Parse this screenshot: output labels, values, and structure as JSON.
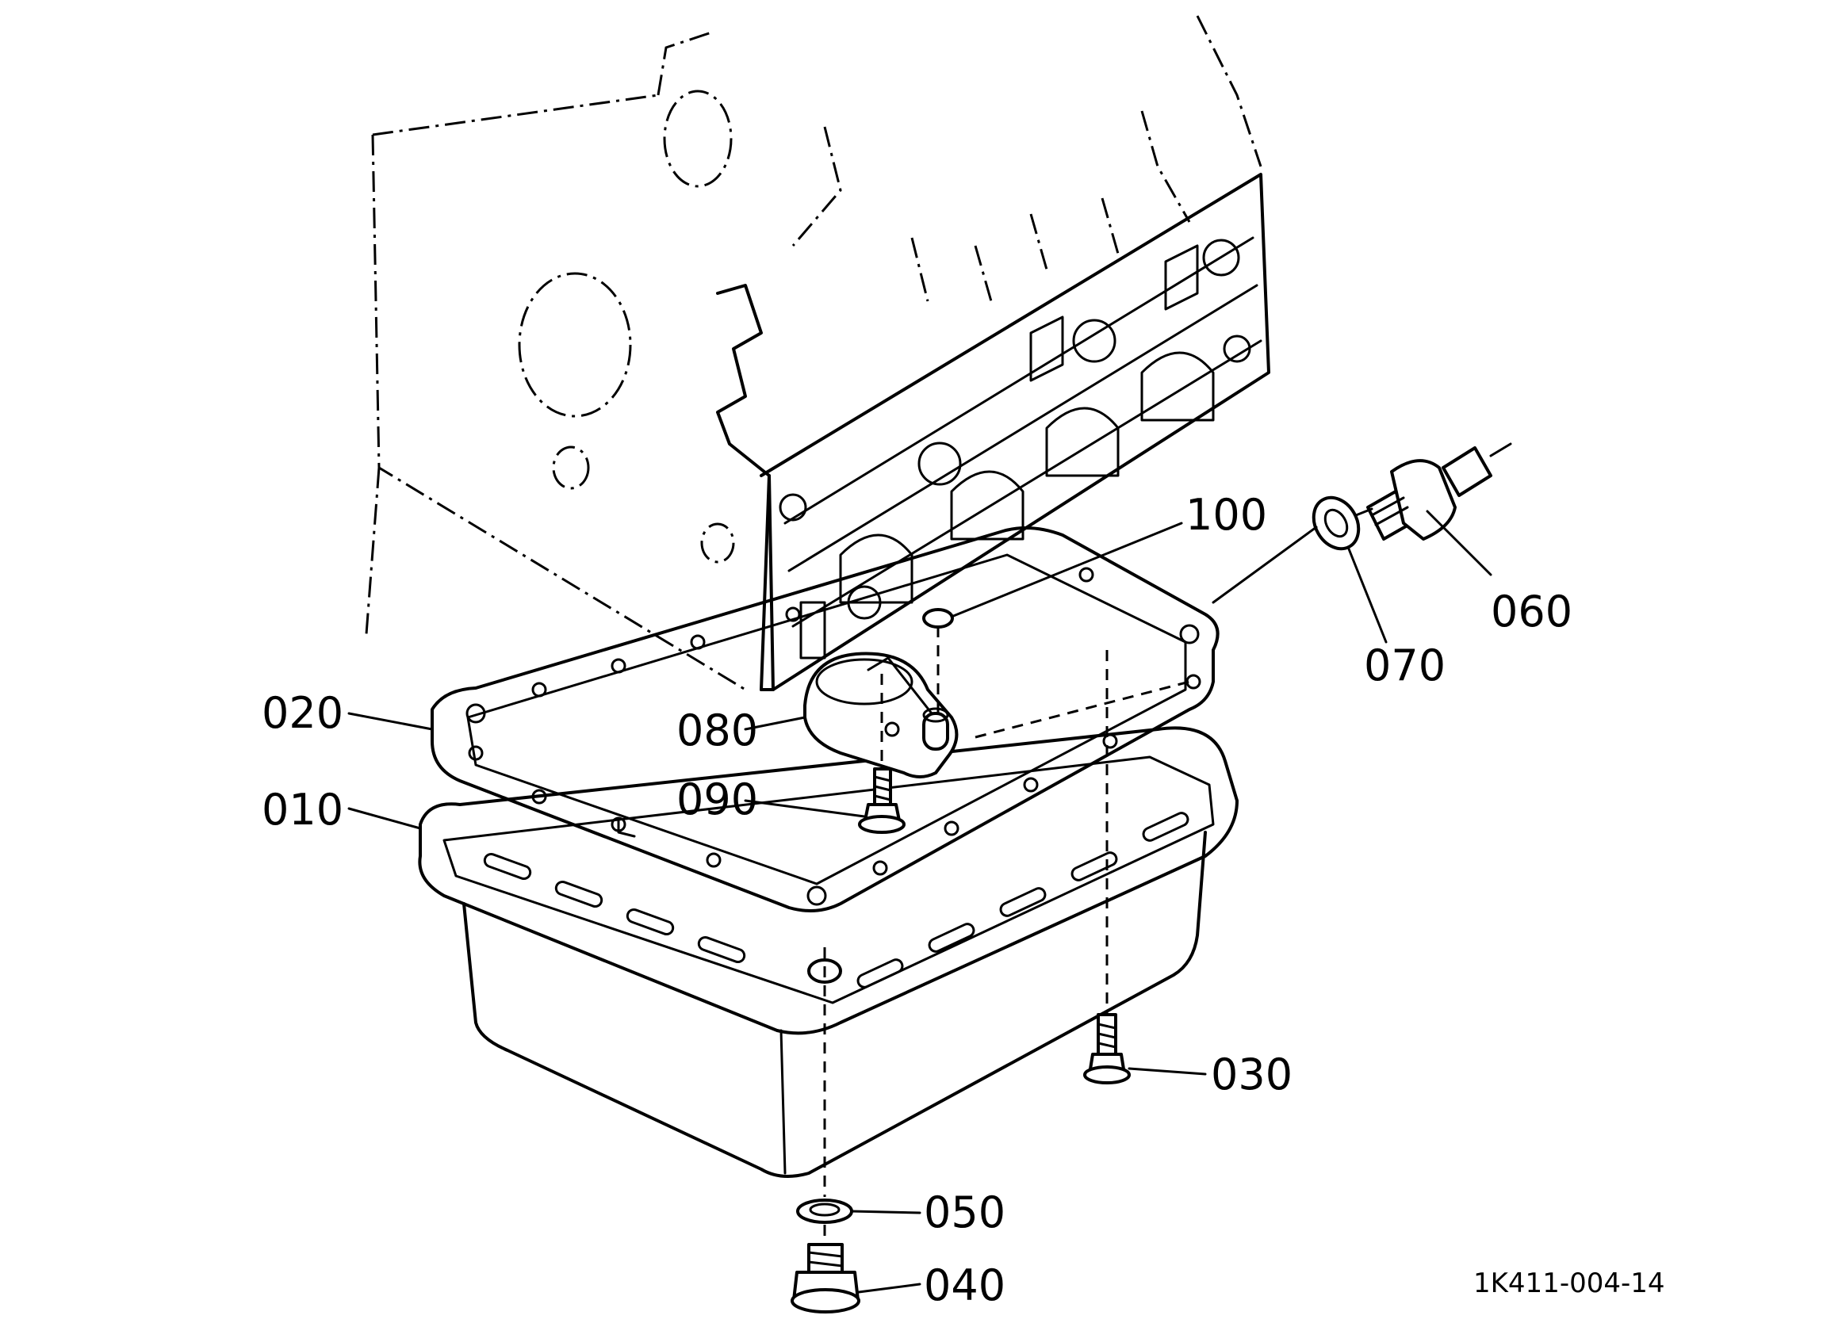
{
  "labels": {
    "p010": "010",
    "p020": "020",
    "p030": "030",
    "p040": "040",
    "p050": "050",
    "p060": "060",
    "p070": "070",
    "p080": "080",
    "p090": "090",
    "p100": "100"
  },
  "reference_code": "1K411-004-14"
}
